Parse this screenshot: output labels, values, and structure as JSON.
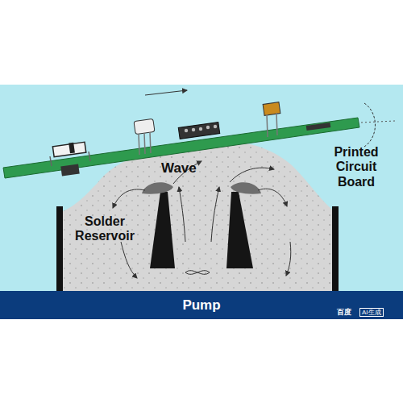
{
  "diagram": {
    "nodes": [
      {
        "text": [
          "Pump"
        ]
      }
    ],
    "labels": [
      "Wave",
      "Printed Circuit Board",
      "Solder Reservoir",
      "百度",
      "AI生成"
    ]
  }
}
